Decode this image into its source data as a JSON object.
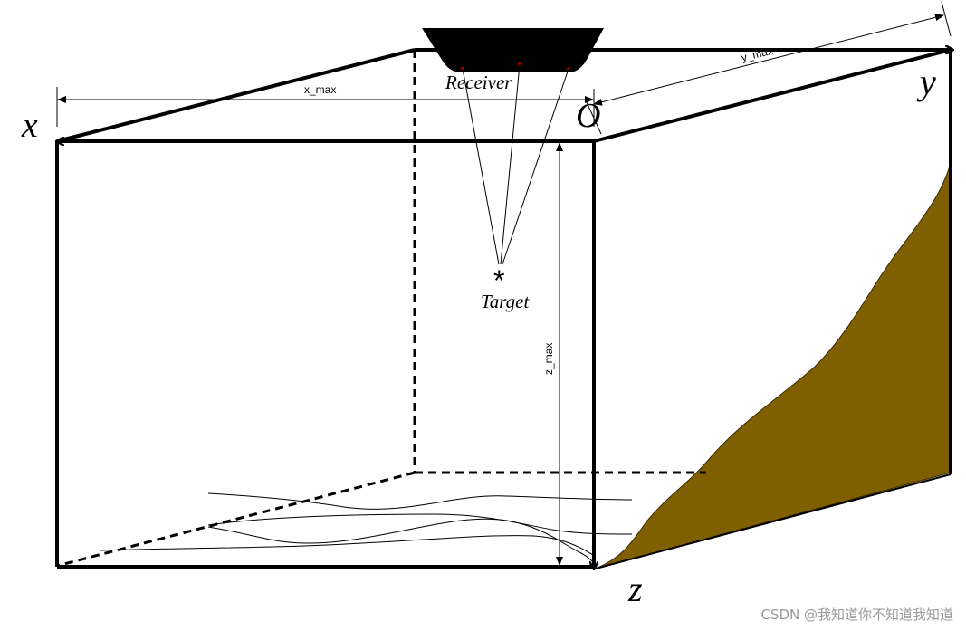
{
  "axes": {
    "x": "x",
    "y": "y",
    "z": "z",
    "origin": "O"
  },
  "dimensions": {
    "x_max": "x_max",
    "y_max": "y_max",
    "z_max": "z_max"
  },
  "labels": {
    "receiver": "Receiver",
    "target": "Target",
    "target_marker": "*"
  },
  "colors": {
    "terrain": "#7f5f00",
    "lines": "#000000",
    "receiver_dots": "#c00000",
    "background": "#ffffff"
  },
  "watermark": "CSDN @我知道你不知道我知道"
}
